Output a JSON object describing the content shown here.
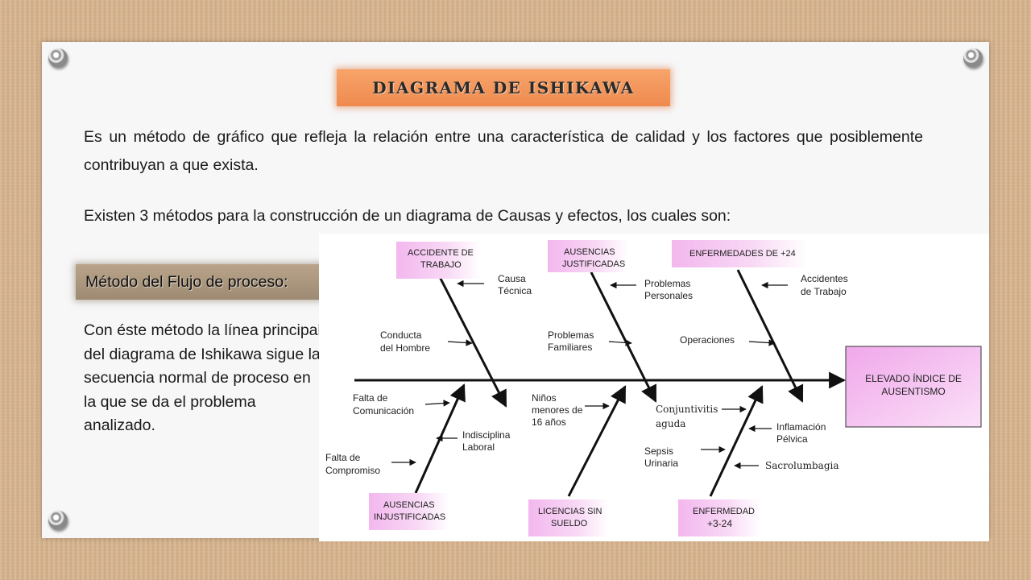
{
  "title": "DIAGRAMA DE ISHIKAWA",
  "intro": "Es un método de gráfico que refleja la relación entre una característica de calidad y los factores que posiblemente contribuyan a que exista.",
  "methods_intro": "Existen 3 métodos para la construcción de un diagrama de Causas y efectos, los cuales son:",
  "method_title": "Método del Flujo de proceso:",
  "method_desc": "Con éste método la línea principal del diagrama de Ishikawa sigue la secuencia normal de proceso en la que se da el problema analizado.",
  "diagram": {
    "effect": [
      "ELEVADO ÍNDICE DE",
      "AUSENTISMO"
    ],
    "categories": {
      "accidente": [
        "ACCIDENTE DE",
        "TRABAJO"
      ],
      "ausencias_just": [
        "AUSENCIAS",
        "JUSTIFICADAS"
      ],
      "enfermedades": "ENFERMEDADES DE +24",
      "ausencias_injust": [
        "AUSENCIAS",
        "INJUSTIFICADAS"
      ],
      "licencias": [
        "LICENCIAS SIN",
        "SUELDO"
      ],
      "enfermedad": [
        "ENFERMEDAD",
        "+3-24"
      ]
    },
    "causes": {
      "causa_tecnica": [
        "Causa",
        "Técnica"
      ],
      "conducta": [
        "Conducta",
        "del Hombre"
      ],
      "problemas_personales": [
        "Problemas",
        "Personales"
      ],
      "problemas_familiares": [
        "Problemas",
        "Familiares"
      ],
      "accidentes_trabajo": [
        "Accidentes",
        "de Trabajo"
      ],
      "operaciones": "Operaciones",
      "falta_comunicacion": [
        "Falta de",
        "Comunicación"
      ],
      "indisciplina": [
        "Indisciplina",
        "Laboral"
      ],
      "falta_compromiso": [
        "Falta de",
        "Compromiso"
      ],
      "ninos": [
        "Niños",
        "menores de",
        "16 años"
      ],
      "conjuntivitis": [
        "Conjuntivitis",
        "aguda"
      ],
      "sepsis": [
        "Sepsis",
        "Urinaria"
      ],
      "inflamacion": [
        "Inflamación",
        "Pélvica"
      ],
      "sacrolumbagia": "Sacrolumbagia"
    }
  }
}
